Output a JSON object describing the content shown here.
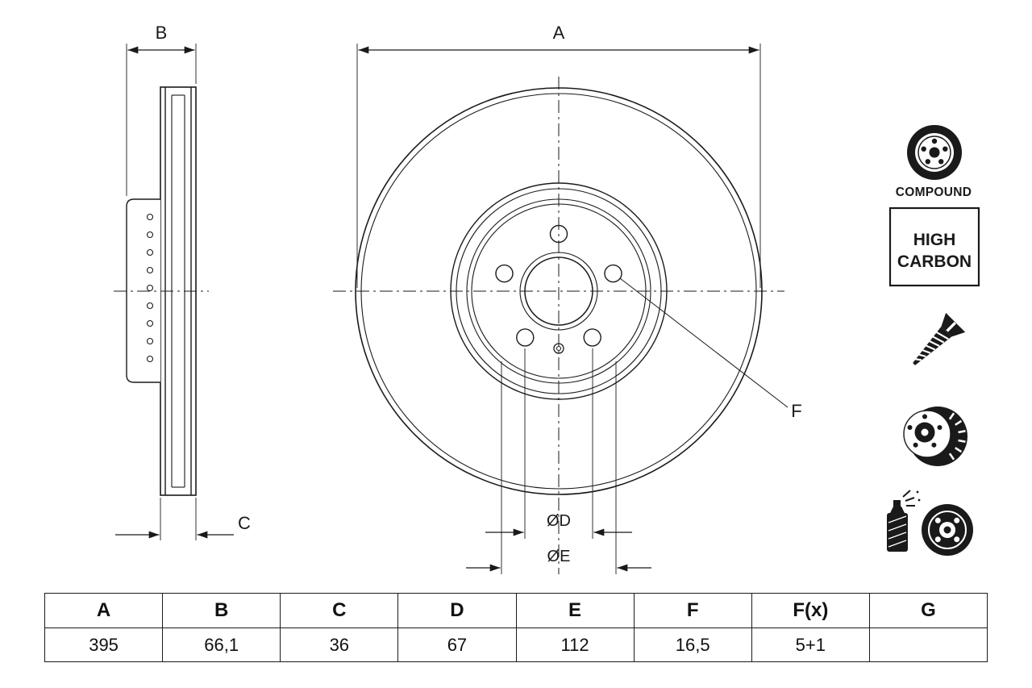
{
  "drawing": {
    "dim_labels": {
      "a": "A",
      "b": "B",
      "c": "C",
      "d": "ØD",
      "e": "ØE",
      "f": "F"
    }
  },
  "badges": {
    "compound": "COMPOUND",
    "high_carbon_line1": "HIGH",
    "high_carbon_line2": "CARBON"
  },
  "table": {
    "headers": [
      "A",
      "B",
      "C",
      "D",
      "E",
      "F",
      "F(x)",
      "G"
    ],
    "values": [
      "395",
      "66,1",
      "36",
      "67",
      "112",
      "16,5",
      "5+1",
      ""
    ]
  }
}
